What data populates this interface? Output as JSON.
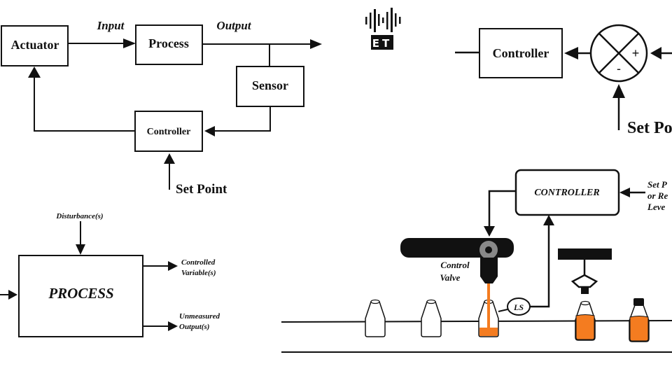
{
  "diagram1": {
    "actuator": "Actuator",
    "process": "Process",
    "sensor": "Sensor",
    "controller": "Controller",
    "input": "Input",
    "output": "Output",
    "set_point": "Set Point"
  },
  "logo": {
    "icon": "soundwave-icon",
    "text": "ET"
  },
  "diagram2": {
    "controller": "Controller",
    "plus": "+",
    "minus": "-",
    "set_point": "Set Po"
  },
  "diagram3": {
    "disturbance": "Disturbance(s)",
    "process": "PROCESS",
    "controlled_1": "Controlled",
    "controlled_2": "Variable(s)",
    "unmeasured_1": "Unmeasured",
    "unmeasured_2": "Output(s)"
  },
  "diagram4": {
    "controller": "CONTROLLER",
    "set_point_1": "Set P",
    "set_point_2": "or Re",
    "set_point_3": "Leve",
    "control_valve_1": "Control",
    "control_valve_2": "Valve",
    "level_sensor": "LS",
    "liquid_color": "#f47c20"
  }
}
